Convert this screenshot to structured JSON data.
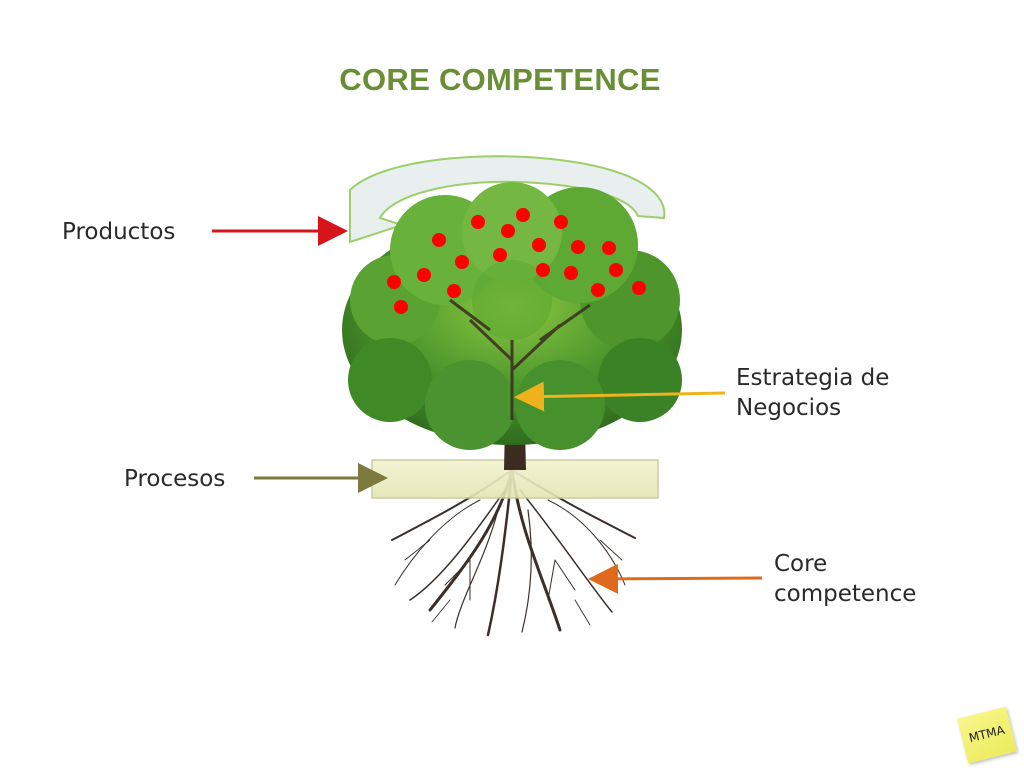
{
  "title": "CORE COMPETENCE",
  "labels": {
    "productos": "Productos",
    "estrategia_line1": "Estrategia de",
    "estrategia_line2": "Negocios",
    "procesos": "Procesos",
    "core_line1": "Core",
    "core_line2": "competence"
  },
  "badge": "MTMA",
  "colors": {
    "title": "#6a8e35",
    "productos_arrow": "#d7141a",
    "estrategia_arrow": "#f0b21c",
    "procesos_arrow": "#7c7a3c",
    "core_arrow": "#e06a1c",
    "fruit": "#ff0000"
  }
}
